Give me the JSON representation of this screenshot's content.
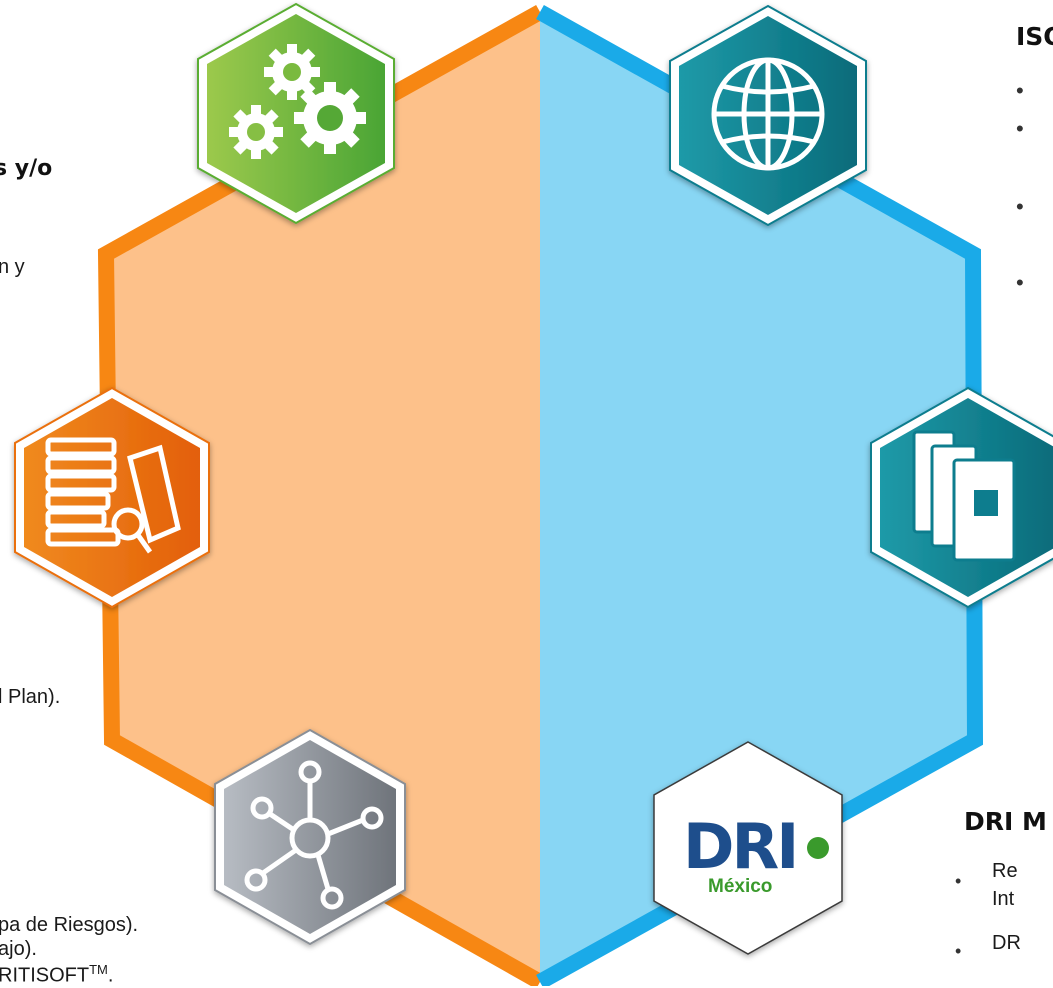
{
  "colors": {
    "left_fill": "#fdc18a",
    "left_border": "#f78713",
    "right_fill": "#88d6f4",
    "right_border": "#1aaae8",
    "green_icon": "#5aad33",
    "teal_icon": "#0d7d8e",
    "orange_icon": "#ea6f0c",
    "gray_icon": "#8a8f96",
    "dri_blue": "#1e4e8c",
    "dri_green": "#3a9a2c"
  },
  "icons": {
    "top_left": "gears-icon",
    "top_right": "globe-icon",
    "mid_left": "documents-search-icon",
    "mid_right": "books-icon",
    "bottom_left": "network-hub-icon",
    "bottom_right": "dri-mexico-logo"
  },
  "left_text": {
    "heading_fragment": "s y/o",
    "line_fragment": "n y",
    "plan_fragment": "l Plan).",
    "list_line_1": "pa de Riesgos).",
    "list_line_2": "ajo).",
    "list_line_3": "RITISOFT",
    "trademark": "TM",
    "list_line_3_end": "."
  },
  "right_text": {
    "iso_heading": "ISO",
    "dri_heading": "DRI M",
    "dri_item_1_line_1": "Re",
    "dri_item_1_line_2": "Int",
    "dri_item_2": "DR"
  },
  "logo": {
    "dri_text": "DRI",
    "country": "México"
  }
}
